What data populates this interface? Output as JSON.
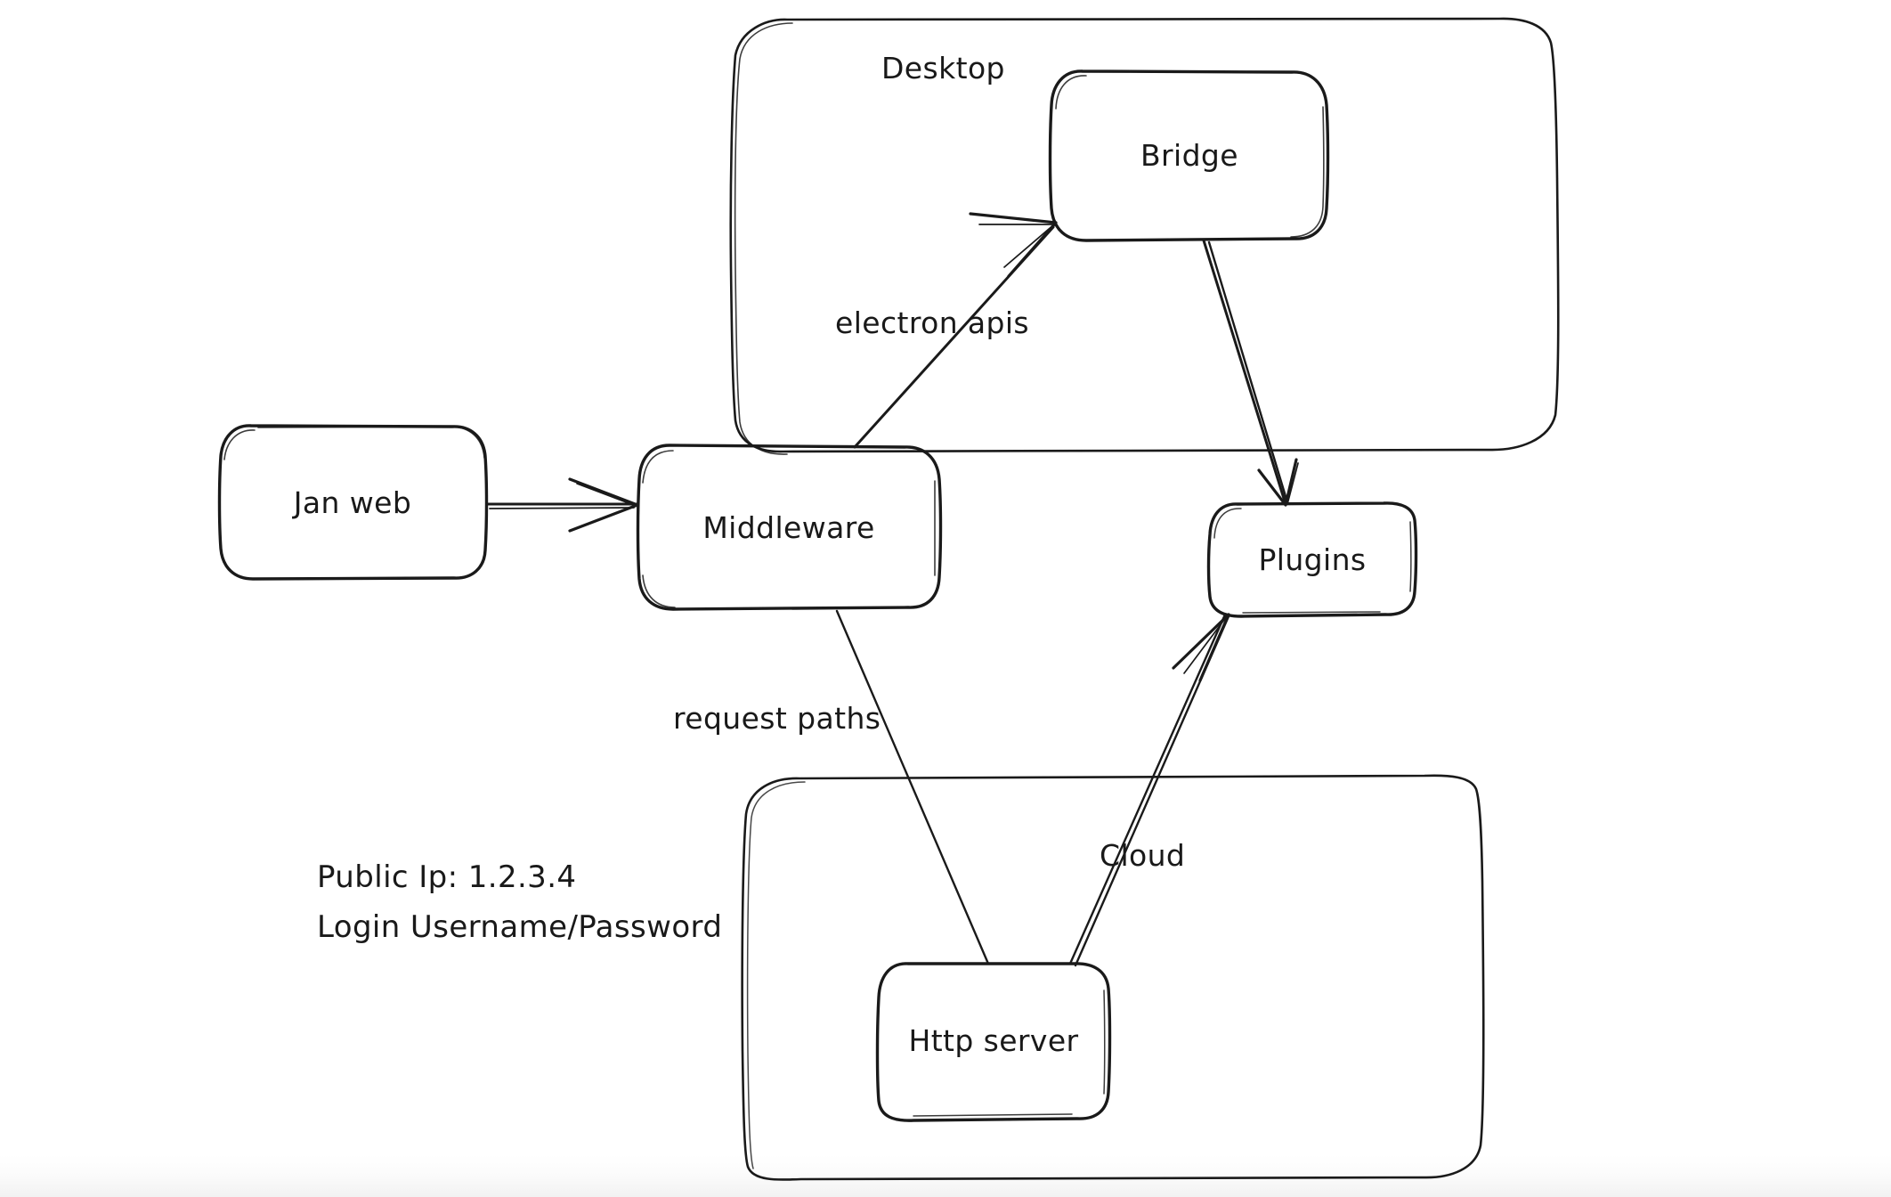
{
  "diagram": {
    "title": "Jan architecture flow diagram",
    "background_color": "#ffffff",
    "ink_color": "#1a1a1a",
    "groups": [
      {
        "id": "desktop",
        "label": "Desktop"
      },
      {
        "id": "cloud",
        "label": "Cloud"
      }
    ],
    "nodes": [
      {
        "id": "jan-web",
        "label": "Jan web"
      },
      {
        "id": "middleware",
        "label": "Middleware"
      },
      {
        "id": "bridge",
        "label": "Bridge"
      },
      {
        "id": "plugins",
        "label": "Plugins"
      },
      {
        "id": "http-server",
        "label": "Http server"
      }
    ],
    "edges": [
      {
        "id": "janweb-to-middleware",
        "from": "jan-web",
        "to": "middleware",
        "label": ""
      },
      {
        "id": "middleware-to-bridge",
        "from": "middleware",
        "to": "bridge",
        "label": "electron apis"
      },
      {
        "id": "bridge-to-plugins",
        "from": "bridge",
        "to": "plugins",
        "label": ""
      },
      {
        "id": "middleware-to-http",
        "from": "middleware",
        "to": "http-server",
        "label": "request paths"
      },
      {
        "id": "http-to-plugins",
        "from": "http-server",
        "to": "plugins",
        "label": "Cloud"
      }
    ],
    "notes": {
      "public_ip": "Public Ip: 1.2.3.4",
      "login": "Login Username/Password"
    }
  }
}
